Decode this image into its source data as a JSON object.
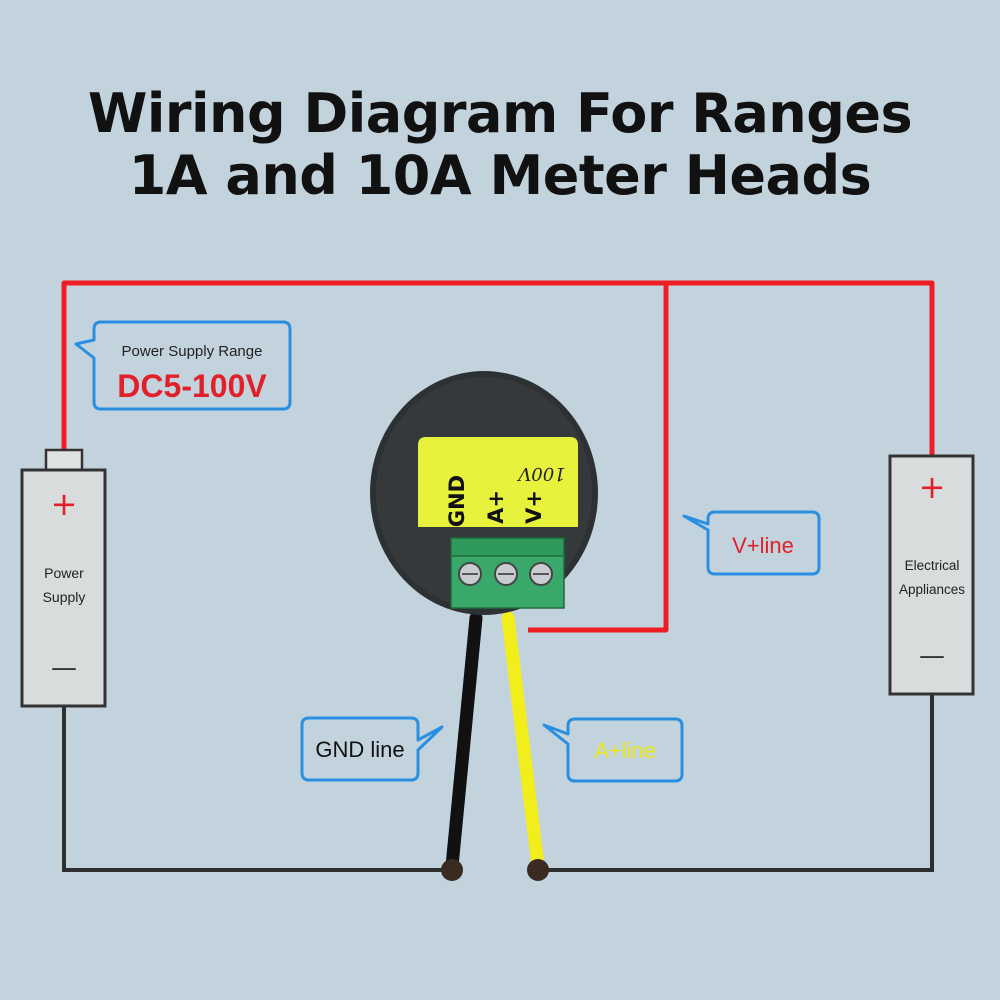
{
  "title": {
    "line1": "Wiring Diagram For Ranges",
    "line2": "1A and 10A Meter Heads"
  },
  "power_supply": {
    "label_line1": "Power",
    "label_line2": "Supply",
    "plus": "+",
    "minus": "—"
  },
  "appliance": {
    "label_line1": "Electrical",
    "label_line2": "Appliances",
    "plus": "+",
    "minus": "—"
  },
  "range_callout": {
    "caption": "Power Supply Range",
    "value": "DC5-100V"
  },
  "meter": {
    "terminal_gnd": "GND",
    "terminal_a": "A+",
    "terminal_v": "V+",
    "rating": "100V"
  },
  "callouts": {
    "v_line": "V+line",
    "gnd_line": "GND line",
    "a_line": "A+line"
  },
  "colors": {
    "background": "#c3d3de",
    "red_wire": "#ee1c24",
    "black_wire": "#111111",
    "yellow_wire": "#f2ee1c",
    "ground_wire": "#2f2f2f",
    "callout_border": "#2a8fe0",
    "meter_label": "#e6f23c",
    "terminal_block": "#3aa86a"
  }
}
